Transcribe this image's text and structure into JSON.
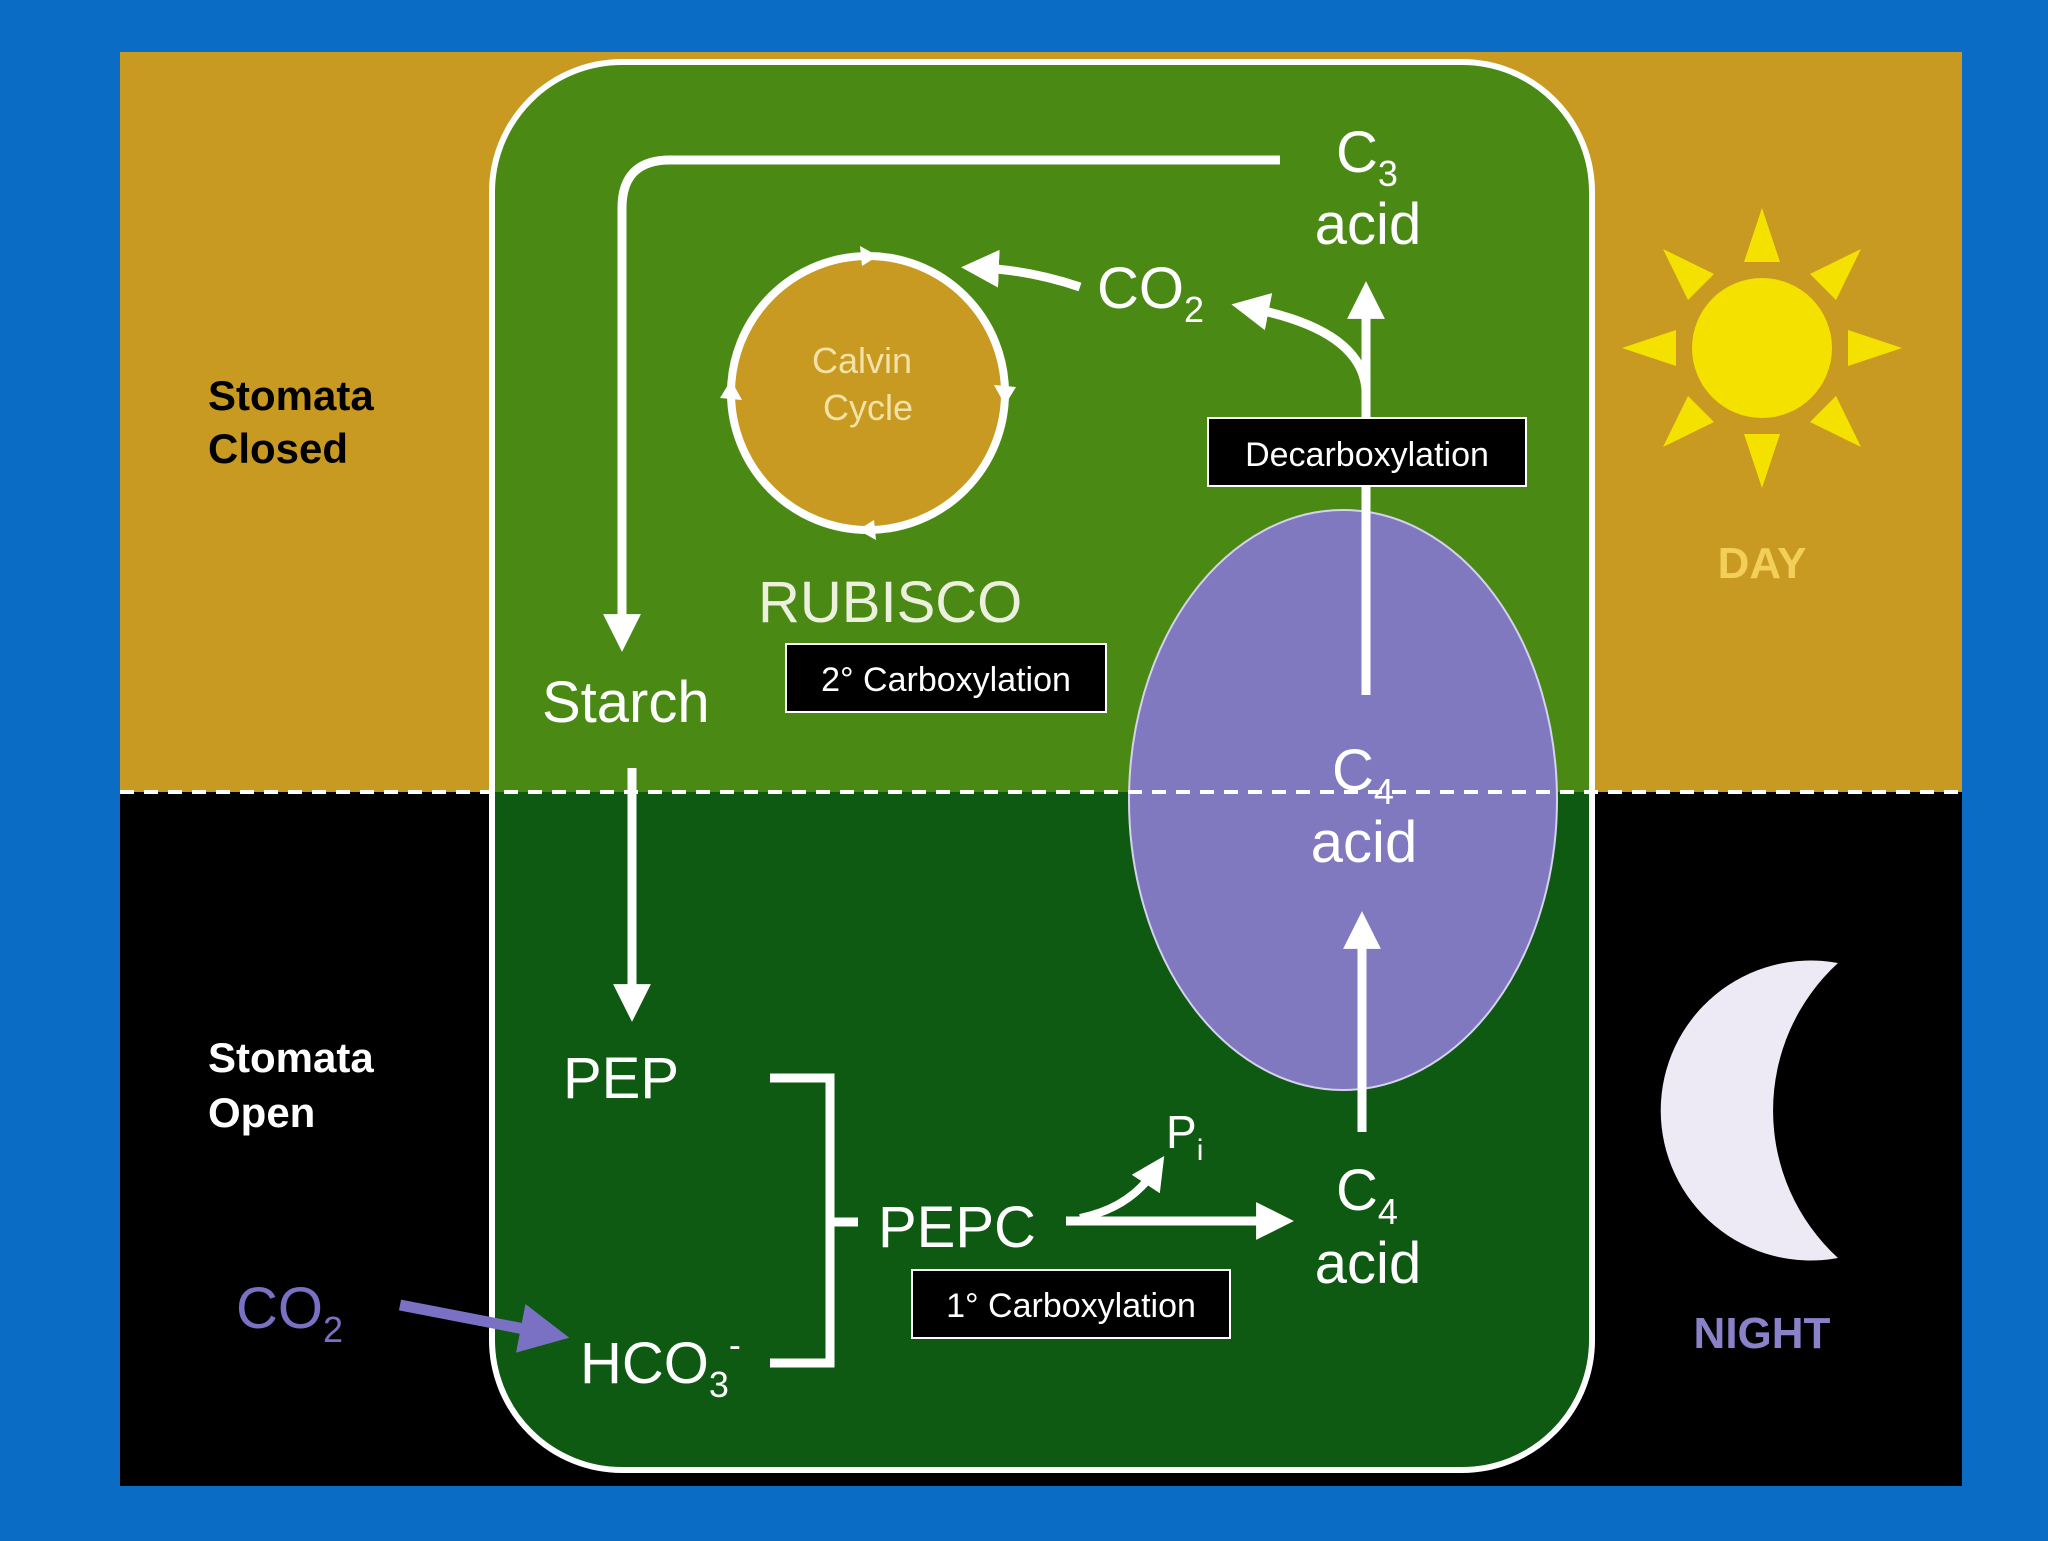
{
  "diagram": {
    "side_labels": {
      "day_state": [
        "Stomata",
        "Closed"
      ],
      "night_state": [
        "Stomata",
        "Open"
      ],
      "day": "DAY",
      "night": "NIGHT"
    },
    "nodes": {
      "c3_acid": {
        "main": "C",
        "sub": "3",
        "line2": "acid"
      },
      "co2_top": {
        "main": "CO",
        "sub": "2"
      },
      "calvin_cycle": [
        "Calvin",
        "Cycle"
      ],
      "rubisco": "RUBISCO",
      "starch": "Starch",
      "c4_acid_vacuole": {
        "main": "C",
        "sub": "4",
        "line2": "acid"
      },
      "pep": "PEP",
      "pepc": "PEPC",
      "pi": {
        "main": "P",
        "sub": "i"
      },
      "c4_acid_bottom": {
        "main": "C",
        "sub": "4",
        "line2": "acid"
      },
      "hco3": {
        "main": "HCO",
        "sub": "3",
        "sup": "-"
      },
      "co2_outside": {
        "main": "CO",
        "sub": "2"
      }
    },
    "tags": {
      "decarboxylation": "Decarboxylation",
      "secondary_carboxylation": "2° Carboxylation",
      "primary_carboxylation": "1° Carboxylation"
    },
    "colors": {
      "background": "#0a6cc4",
      "day_band": "#c99a22",
      "night_band": "#000000",
      "cell_day": "#4a8a14",
      "cell_night": "#0f5a12",
      "vacuole": "#8079c0",
      "calvin": "#c99a22",
      "sun": "#f5e100",
      "moon": "#eeeaf5",
      "night_label": "#8a82c8",
      "co2_outside": "#8a82c8",
      "calvin_text": "#f3e2a5"
    }
  }
}
